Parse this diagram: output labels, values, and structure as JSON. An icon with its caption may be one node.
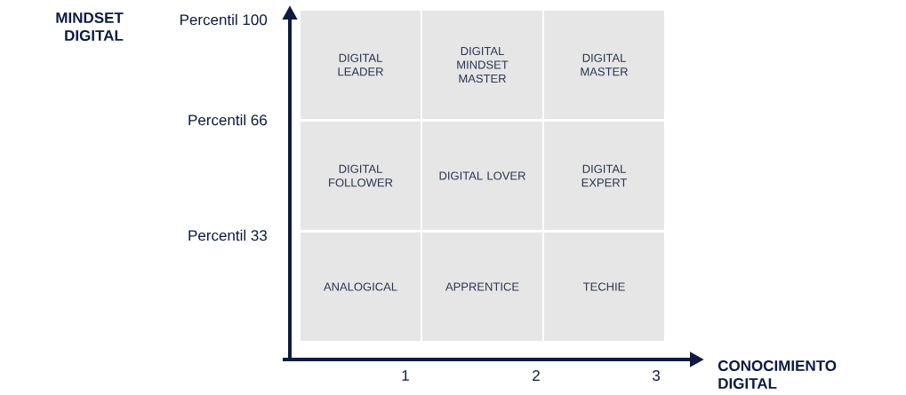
{
  "diagram": {
    "nodes": [
      {
        "text": [
          "DIGITAL LEADER"
        ]
      },
      {
        "text": [
          "DIGITAL MINDSET MASTER"
        ]
      },
      {
        "text": [
          "DIGITAL MASTER"
        ]
      },
      {
        "text": [
          "DIGITAL FOLLOWER"
        ]
      },
      {
        "text": [
          "DIGITAL LOVER"
        ]
      },
      {
        "text": [
          "DIGITAL EXPERT"
        ]
      },
      {
        "text": [
          "ANALOGICAL"
        ]
      },
      {
        "text": [
          "APPRENTICE"
        ]
      },
      {
        "text": [
          "TECHIE"
        ]
      }
    ],
    "labels": [
      "MINDSET DIGITAL",
      "Percentil 100",
      "Percentil 66",
      "Percentil 33",
      "1",
      "2",
      "3",
      "CONOCIMIENTO DIGITAL"
    ]
  }
}
